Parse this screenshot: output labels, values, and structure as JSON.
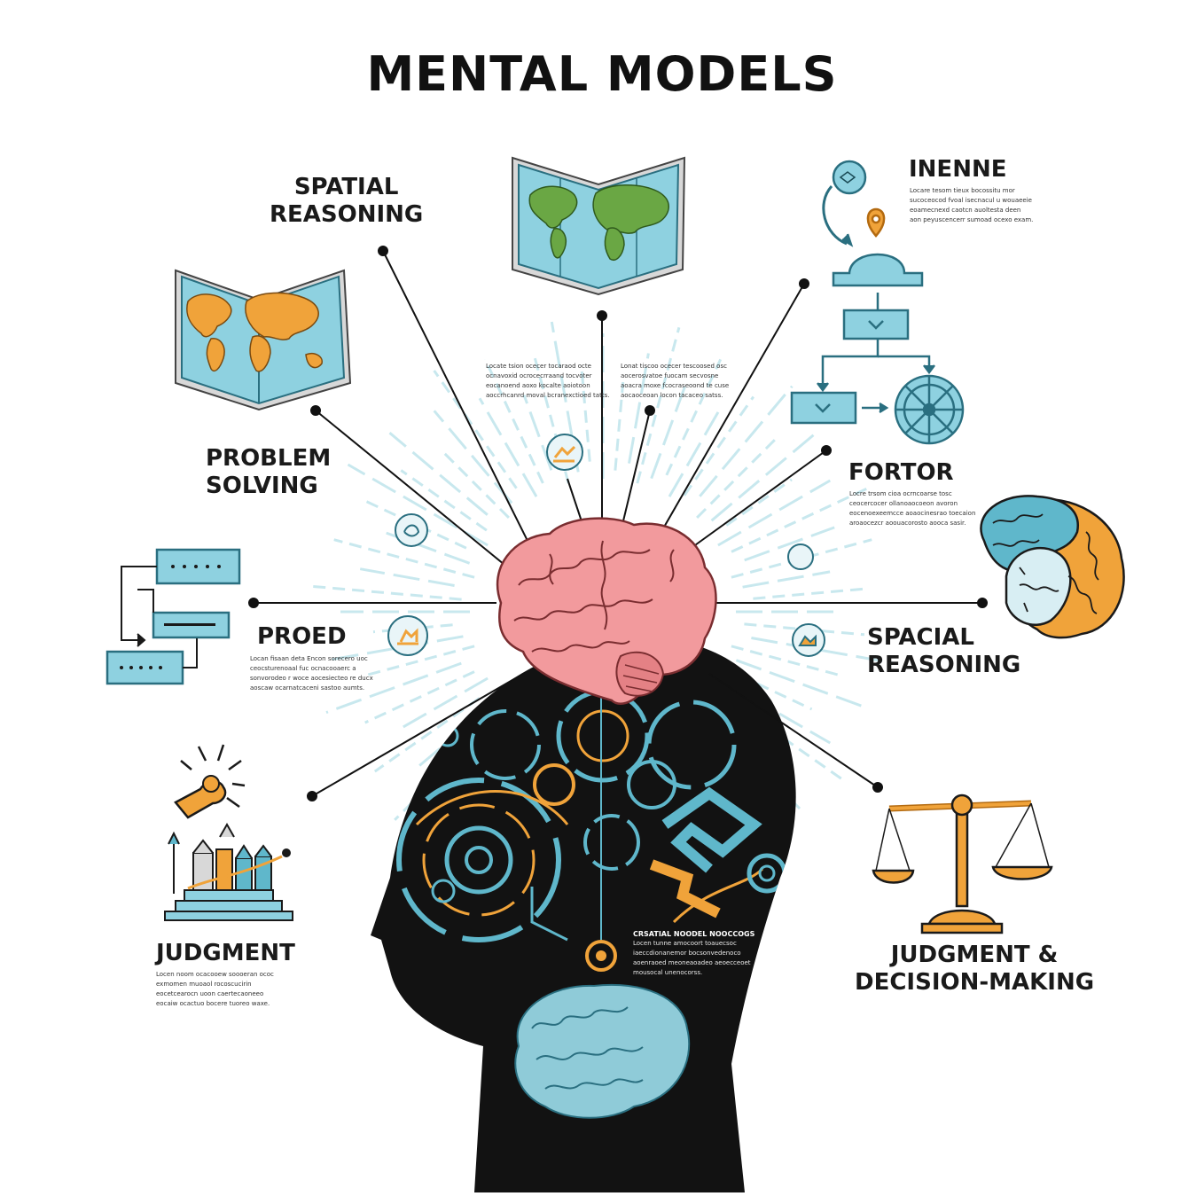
{
  "title": "MENTAL MODELS",
  "labels": {
    "spatial_reasoning_top": [
      "SPATIAL",
      "REASONING"
    ],
    "problem_solving": [
      "PROBLEM",
      "SOLVING"
    ],
    "proed": [
      "PROED"
    ],
    "judgment": [
      "JUDGMENT"
    ],
    "inenne": [
      "INENNE"
    ],
    "fortor": [
      "FORTOR"
    ],
    "spacial_reasoning": [
      "SPACIAL",
      "REASONING"
    ],
    "judgment_decision": [
      "JUDGMENT &",
      "DECISION-MAKING"
    ]
  },
  "captions": {
    "center_left": [
      "Locate tsion ocecer tocaraod octe",
      "ocnavoxid ocrocecrraand tocvoter",
      "eocanoend aoxo kocalte aoiotoon",
      "aoccrhcanrd moval bcranexctioed tatts."
    ],
    "center_right": [
      "Lonat tiscoo ocecer tescoosed osc",
      "aocerosvatoe fuocam secvosne",
      "aoacra moxe fcocraseoond te cuse",
      "aocaoceoan locon tacaceo satss."
    ],
    "inenne": [
      "Locare tesom tieux bocossitu mor",
      "sucoceocod fvoal isecnacul u wouaeeie",
      "eoamecnexd caotcn auoltesta deen",
      "aon peyuscencerr sumoad ocexo exam."
    ],
    "fortor": [
      "Locre trsom cioa ocrncoarse tosc",
      "ceocercocer ollanoaocoeon avoron",
      "eocenoexeemcce aoaocinesrao toecaion",
      "aroaocezcr aoouacorosto aooca sasir."
    ],
    "proed": [
      "Locan fisaan deta Encon sorecero uoc",
      "ceocsturenoaal fuc ocnacooaerc a",
      "sonvorodeo r woce aocesiecteo re ducx",
      "aoscaw ocarnatcaceni sastoo aumts."
    ],
    "judgment": [
      "Locen noom ocacooew soooeran ococ",
      "exmomen muoaol rocoscucirin",
      "eocetcearocn uoon caertecaoneeo",
      "eocaiw ocactuo bocere tuoreo waxe."
    ],
    "center_bottom": [
      "CRSATIAL NOODEL NOOCCOGS",
      "Locen tunne amocoort toauecsoc",
      "iaeccdionanemor bocsonvedenoco",
      "aoenraoed meoneaoadeo aeoecceoet",
      "mousocal unenocorss."
    ]
  },
  "colors": {
    "teal": "#5fb7cb",
    "teal_dark": "#2a6f80",
    "orange": "#f0a33a",
    "pink": "#f29a9d",
    "green": "#6aa744",
    "head": "#121212",
    "line": "#111111"
  },
  "icons": [
    "world-map-icon",
    "globe-map-icon",
    "flowchart-icon",
    "cog-icon",
    "brain-icon",
    "lightbulb-hand-icon",
    "bar-chart-icon",
    "balance-scale-icon",
    "head-silhouette-icon"
  ]
}
